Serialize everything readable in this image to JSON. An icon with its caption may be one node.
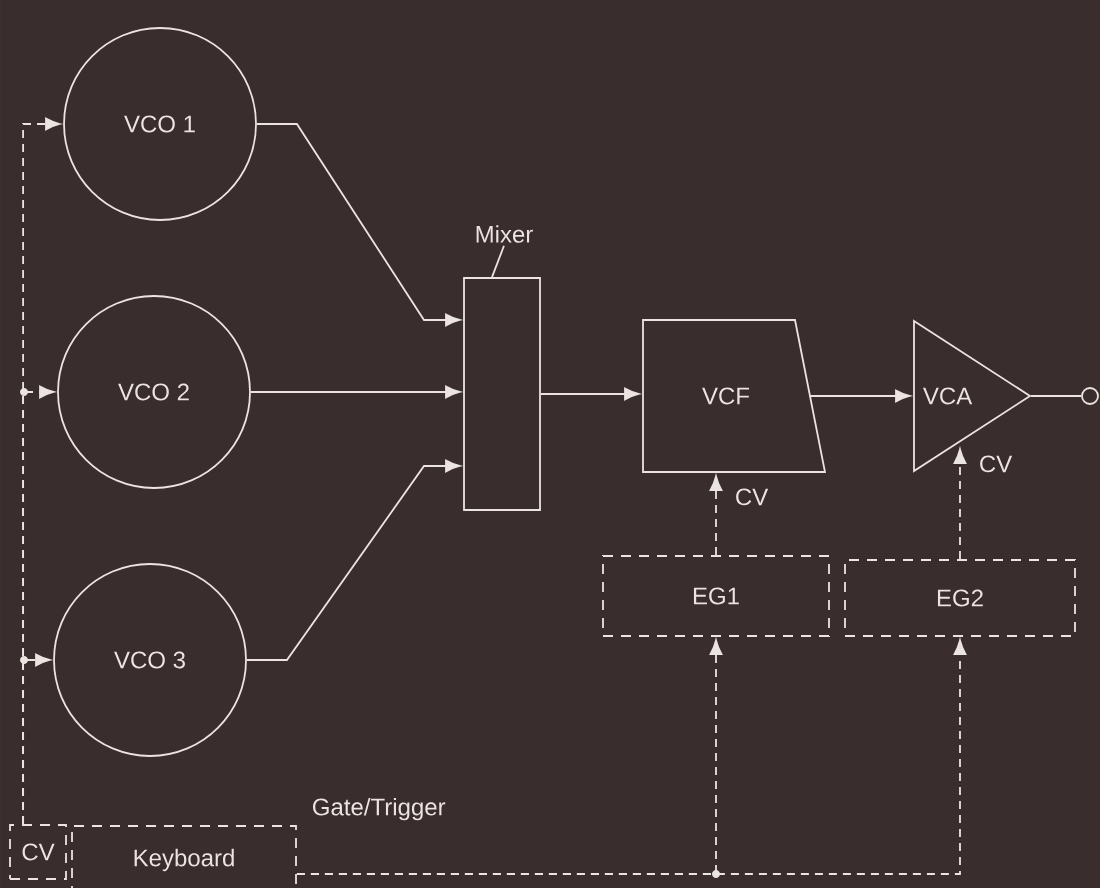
{
  "diagram": {
    "nodes": [
      {
        "text": [
          "VCO 1"
        ]
      },
      {
        "text": [
          "VCO 2"
        ]
      },
      {
        "text": [
          "VCO 3"
        ]
      },
      {
        "text": [
          "Mixer"
        ]
      },
      {
        "text": [],
        "shape": "box"
      },
      {
        "text": [
          "VCF"
        ]
      },
      {
        "text": [
          "VCA"
        ]
      },
      {
        "text": [],
        "shape": "circle"
      },
      {
        "text": [
          "EG1"
        ]
      },
      {
        "text": [
          "EG2"
        ]
      },
      {
        "text": [
          "CV"
        ]
      },
      {
        "text": [
          "Keyboard"
        ]
      }
    ],
    "edges": [
      {
        "from": 0,
        "to": 4,
        "arrow": "to"
      },
      {
        "from": 1,
        "to": 4,
        "arrow": "to"
      },
      {
        "from": 2,
        "to": 4,
        "arrow": "to"
      },
      {
        "from": 3,
        "to": 4,
        "arrow": "none"
      },
      {
        "from": 4,
        "to": 5,
        "arrow": "to"
      },
      {
        "from": 5,
        "to": 6,
        "arrow": "to"
      },
      {
        "from": 6,
        "to": 7,
        "arrow": "none"
      },
      {
        "from": 8,
        "to": 5,
        "arrow": "to",
        "style": "dashed",
        "label": "CV"
      },
      {
        "from": 9,
        "to": 6,
        "arrow": "to",
        "style": "dashed",
        "label": "CV"
      },
      {
        "from": 10,
        "to": 0,
        "arrow": "to",
        "style": "dashed"
      },
      {
        "from": 10,
        "to": 1,
        "arrow": "to",
        "style": "dashed"
      },
      {
        "from": 10,
        "to": 2,
        "arrow": "to",
        "style": "dashed"
      },
      {
        "from": 11,
        "to": 8,
        "arrow": "to",
        "style": "dashed",
        "label": "Gate/Trigger"
      },
      {
        "from": 11,
        "to": 9,
        "arrow": "to",
        "style": "dashed"
      }
    ]
  }
}
